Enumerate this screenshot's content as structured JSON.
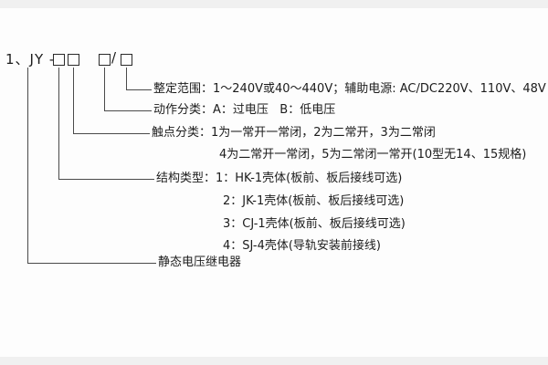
{
  "model": {
    "prefix": "1、JY -",
    "separator": "/"
  },
  "callouts": {
    "range": {
      "text": "整定范围：1～240V或40～440V；辅助电源: AC/DC220V、110V、48V"
    },
    "action": {
      "text": "动作分类：A：过电压   B：低电压"
    },
    "contact": {
      "line1": "触点分类：1为一常开一常闭，2为二常开，3为二常闭",
      "line2": "4为二常开一常闭，5为二常闭一常开(10型无14、15规格)"
    },
    "structure": {
      "line1": "结构类型：1：HK-1壳体(板前、板后接线可选)",
      "line2": "2：JK-1壳体(板前、板后接线可选)",
      "line3": "3：CJ-1壳体(板前、板后接线可选)",
      "line4": "4：SJ-4壳体(导轨安装前接线)"
    },
    "product": {
      "text": "静态电压继电器"
    }
  },
  "colors": {
    "ink": "#1c1c1c",
    "line": "#4a4a4a",
    "paper": "#fdfdfd"
  }
}
